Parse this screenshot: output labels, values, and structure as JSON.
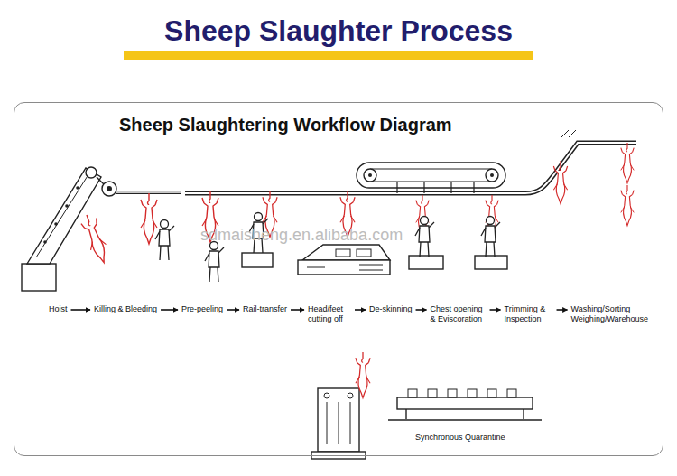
{
  "diagram": {
    "title": "Sheep Slaughter Process",
    "nodes": [
      {
        "text": [
          "Sheep Slaughtering Workflow Diagram"
        ]
      },
      {
        "text": [
          "Hoist"
        ],
        "in": 0
      },
      {
        "text": [
          "Killing & Bleeding"
        ],
        "in": 0
      },
      {
        "text": [
          "Pre-peeling"
        ],
        "in": 0
      },
      {
        "text": [
          "Rail-transfer"
        ],
        "in": 0
      },
      {
        "text": [
          "Head/feet cutting off"
        ],
        "in": 0
      },
      {
        "text": [
          "De-skinning"
        ],
        "in": 0
      },
      {
        "text": [
          "Chest opening & Eviscoration"
        ],
        "in": 0
      },
      {
        "text": [
          "Trimming & Inspection"
        ],
        "in": 0
      },
      {
        "text": [
          "Washing/Sorting Weighing/Warehouse"
        ],
        "in": 0
      }
    ],
    "edges": [
      {
        "from": 1,
        "to": 2,
        "arrow": "to"
      },
      {
        "from": 2,
        "to": 3,
        "arrow": "to"
      },
      {
        "from": 3,
        "to": 4,
        "arrow": "to"
      },
      {
        "from": 4,
        "to": 5,
        "arrow": "to"
      },
      {
        "from": 5,
        "to": 6,
        "arrow": "to"
      },
      {
        "from": 6,
        "to": 7,
        "arrow": "to"
      },
      {
        "from": 7,
        "to": 8,
        "arrow": "to"
      },
      {
        "from": 8,
        "to": 9,
        "arrow": "to"
      }
    ],
    "labels": [
      "Synchronous Quarantine",
      "sdmaisheng.en.alibaba.com"
    ]
  }
}
